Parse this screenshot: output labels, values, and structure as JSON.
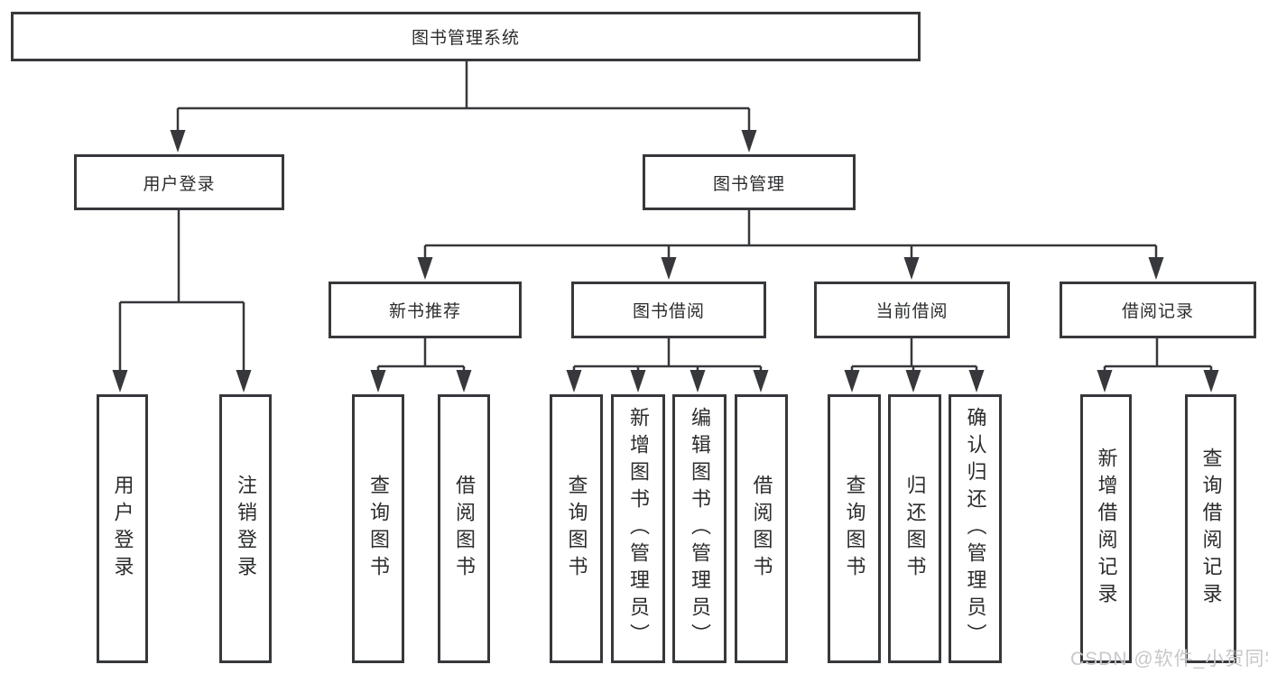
{
  "diagram_title": "图书管理系统",
  "watermark": "CSDN @软件_小贺同学",
  "colors": {
    "line": "#36383b",
    "box_border": "#36383b",
    "text": "#2b2c2e",
    "watermark": "#c8c8cb",
    "background": "#ffffff"
  },
  "tree": {
    "root": {
      "label": "图书管理系统"
    },
    "branches": [
      {
        "label": "用户登录",
        "children": [
          {
            "label": "用户登录"
          },
          {
            "label": "注销登录"
          }
        ]
      },
      {
        "label": "图书管理",
        "children": [
          {
            "label": "新书推荐",
            "children": [
              {
                "label": "查询图书"
              },
              {
                "label": "借阅图书"
              }
            ]
          },
          {
            "label": "图书借阅",
            "children": [
              {
                "label": "查询图书"
              },
              {
                "label": "新增图书（管理员）"
              },
              {
                "label": "编辑图书（管理员）"
              },
              {
                "label": "借阅图书"
              }
            ]
          },
          {
            "label": "当前借阅",
            "children": [
              {
                "label": "查询图书"
              },
              {
                "label": "归还图书"
              },
              {
                "label": "确认归还（管理员）"
              }
            ]
          },
          {
            "label": "借阅记录",
            "children": [
              {
                "label": "新增借阅记录"
              },
              {
                "label": "查询借阅记录"
              }
            ]
          }
        ]
      }
    ]
  }
}
